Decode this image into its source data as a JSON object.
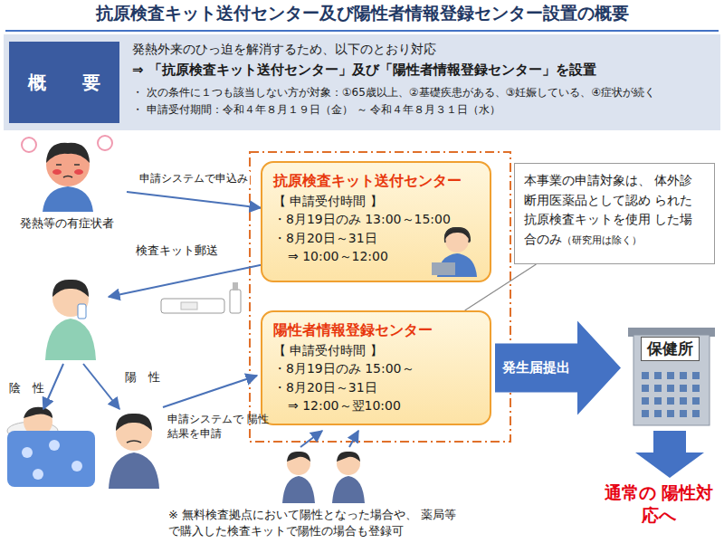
{
  "diagram": {
    "title": "抗原検査キット送付センター及び陽性者情報登録センター設置の概要",
    "nodes": [
      {
        "text": [
          "発熱外来のひっ迫を解消するため、以下のとおり対応",
          "⇒ 「抗原検査キット送付センター」及び「陽性者情報登録センター」を設置",
          "・ 次の条件に１つも該当しない方が対象：①65歳以上、②基礎疾患がある、③妊娠している、④症状が続く",
          "・ 申請受付期間：令和４年８月１９日（金） ～ 令和４年８月３１日（水）"
        ]
      },
      {
        "text": [
          "概　　要"
        ],
        "in": 0
      },
      {
        "text": [
          "発熱等の有症状者"
        ]
      },
      {
        "text": [
          "抗原検査キット送付センター",
          "【 申請受付時間 】",
          "・8月19日のみ 13:00～15:00",
          "・8月20日～31日",
          "⇒ 10:00～12:00"
        ]
      },
      {
        "text": [
          "本事業の申請対象は、 体外診断用医薬品として認め られた抗原検査キットを使用 した場合のみ",
          "（研究用は除く）"
        ]
      },
      {
        "text": [
          "陽性者情報登録センター",
          "【 申請受付時間 】",
          "・8月19日のみ 15:00～",
          "・8月20日～31日",
          "⇒ 12:00～翌10:00"
        ]
      },
      {
        "text": [
          "保健所"
        ]
      }
    ],
    "edges": [
      {
        "from": 2,
        "to": 3,
        "label": "申請システムで申込み",
        "arrow": "to"
      },
      {
        "from": 4,
        "to": 5,
        "arrow": "none"
      },
      {
        "from": 5,
        "to": 6,
        "label": "発生届提出",
        "arrow": "to"
      }
    ],
    "labels": [
      "検査キット郵送",
      "陰　性",
      "陽　性",
      "申請システムで 陽性結果を申請",
      "※ 無料検査拠点において陽性となった場合や、 薬局等で購入した検査キットで陽性の場合も登録可",
      "通常の 陽性対応へ"
    ]
  }
}
